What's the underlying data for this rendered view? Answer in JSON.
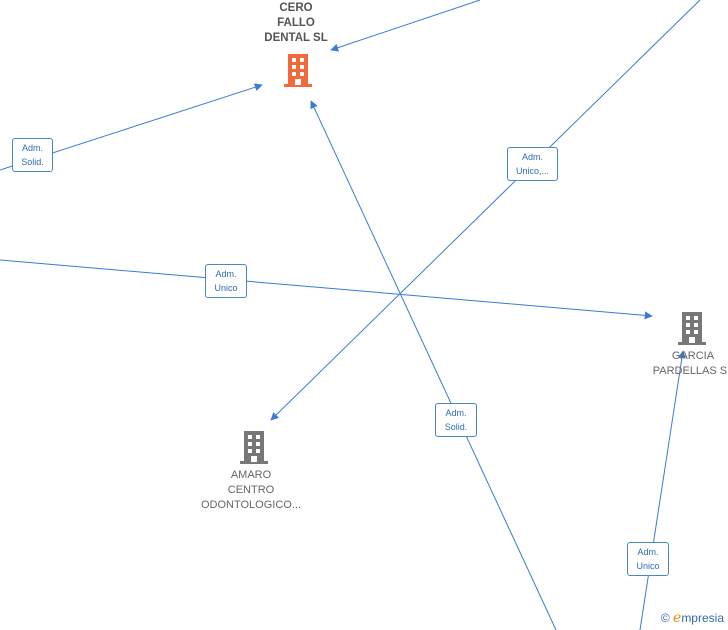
{
  "nodes": {
    "main": {
      "label": "CERO\nFALLO\nDENTAL  SL",
      "color": "#f26a3a"
    },
    "garcia": {
      "label": "GARCIA\nPARDELLAS  SL",
      "color": "#777777"
    },
    "amaro": {
      "label": "AMARO\nCENTRO\nODONTOLOGICO...",
      "color": "#777777"
    }
  },
  "relations": {
    "r1": "Adm.\nSolid.",
    "r2": "Adm.\nUnico,...",
    "r3": "Adm.\nUnico",
    "r4": "Adm.\nSolid.",
    "r5": "Adm.\nUnico"
  },
  "colors": {
    "edge": "#3a7bd5"
  },
  "footer": {
    "copyright": "©",
    "brand_initial": "e",
    "brand_rest": "mpresia"
  }
}
